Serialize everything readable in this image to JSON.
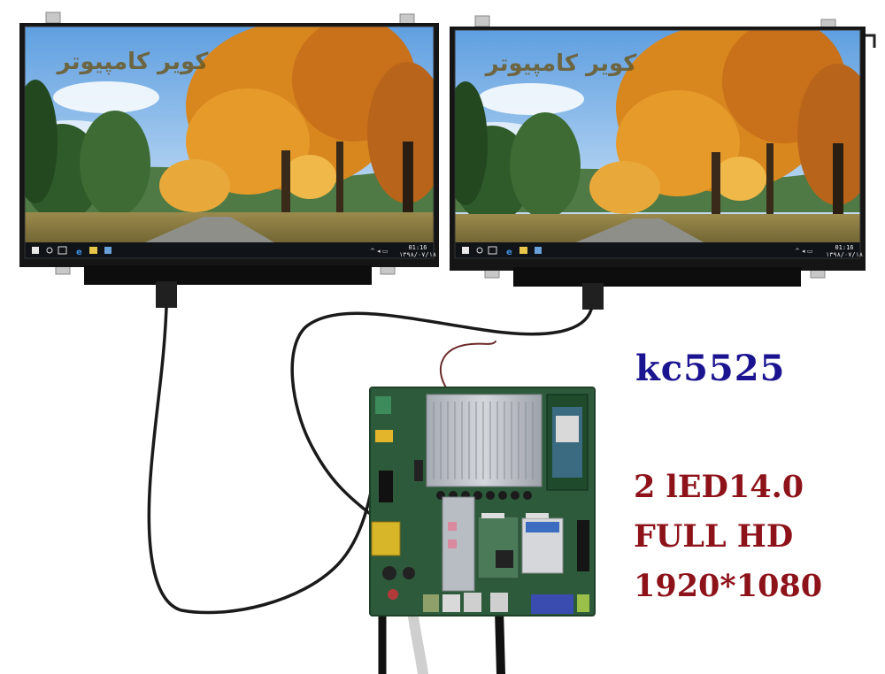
{
  "overlay_text": {
    "model": "kc5525",
    "spec_lines": [
      "2 lED14.0",
      "FULL HD",
      "1920*1080"
    ]
  },
  "screens": {
    "watermark": "کویر کامپیوتر",
    "taskbar_time": "01:16",
    "taskbar_date": "۱۳۹۸/۰۷/۱۸"
  },
  "colors": {
    "model_text": "#1b1490",
    "spec_text": "#8d1219",
    "pcb_green": "#2d5a3a",
    "heatsink": "#b9bcc2",
    "sky": "#7fb6e8",
    "foliage": "#d8861e"
  }
}
